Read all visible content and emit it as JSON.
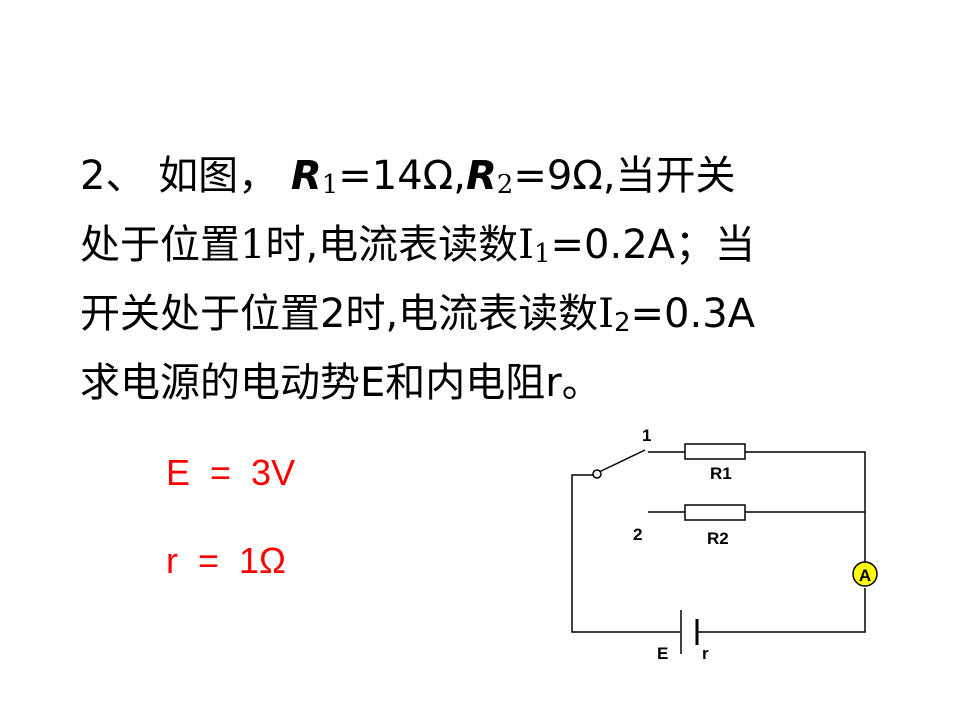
{
  "problem": {
    "number": "2、",
    "intro": "如图，",
    "r1_symbol": "R",
    "r1_sub": "1",
    "r1_value": "=14Ω,",
    "r2_symbol": "R",
    "r2_sub": "2",
    "r2_value": "=9Ω,当开关",
    "line2_a": "处于位置",
    "line2_pos": "1",
    "line2_b": "时,电流表读数",
    "i1_symbol": "I",
    "i1_sub": "1",
    "line2_c": "=0.2A；当",
    "line3_a": "开关处于位置2时,电流表读数",
    "i2_symbol": "I",
    "i2_sub": "2",
    "line3_b": "=0.3A",
    "line4": "求电源的电动势E和内电阻r。"
  },
  "answer": {
    "emf": "E  =  3V",
    "resistance": "r  =  1Ω"
  },
  "circuit": {
    "switch_pos1": "1",
    "switch_pos2": "2",
    "resistor1": "R1",
    "resistor2": "R2",
    "ammeter": "A",
    "emf_label": "E",
    "internal_label": "r",
    "ammeter_color": "#ffff00"
  }
}
